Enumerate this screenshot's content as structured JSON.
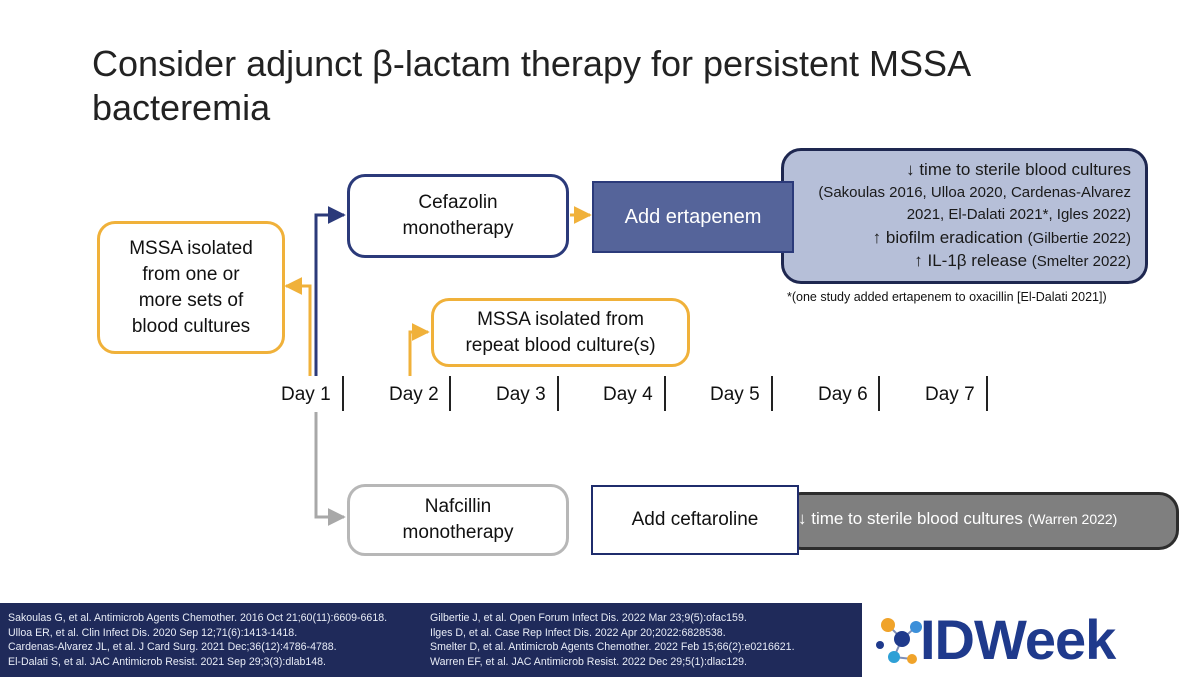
{
  "title": "Consider adjunct β-lactam therapy for persistent MSSA bacteremia",
  "boxes": {
    "mssa_initial": [
      "MSSA isolated",
      "from one or",
      "more sets of",
      "blood cultures"
    ],
    "cefazolin": [
      "Cefazolin",
      "monotherapy"
    ],
    "add_ertapenem": "Add ertapenem",
    "mssa_repeat": [
      "MSSA isolated from",
      "repeat blood culture(s)"
    ],
    "nafcillin": [
      "Nafcillin",
      "monotherapy"
    ],
    "add_ceftaroline": "Add ceftaroline"
  },
  "ertapenem_panel": {
    "line1": "↓ time to sterile blood cultures",
    "line2": "(Sakoulas 2016, Ulloa 2020, Cardenas-Alvarez",
    "line3": "2021, El-Dalati 2021*, Igles 2022)",
    "line4_main": "↑ biofilm eradication ",
    "line4_cite": "(Gilbertie 2022)",
    "line5_main": "↑ IL-1β release ",
    "line5_cite": "(Smelter 2022)"
  },
  "footnote": "*(one study added ertapenem to oxacillin [El-Dalati 2021])",
  "ceftaroline_panel": {
    "main": "↓ time to sterile blood cultures ",
    "cite": "(Warren 2022)"
  },
  "timeline": [
    "Day 1",
    "Day 2",
    "Day 3",
    "Day 4",
    "Day 5",
    "Day 6",
    "Day 7"
  ],
  "references_left": [
    "Sakoulas G, et al. Antimicrob Agents Chemother. 2016 Oct 21;60(11):6609-6618.",
    "Ulloa ER, et al. Clin Infect Dis. 2020 Sep 12;71(6):1413-1418.",
    "Cardenas-Alvarez JL, et al. J Card Surg. 2021 Dec;36(12):4786-4788.",
    "El-Dalati S, et al. JAC Antimicrob Resist. 2021 Sep 29;3(3):dlab148."
  ],
  "references_right": [
    "Gilbertie J, et al. Open Forum Infect Dis. 2022 Mar 23;9(5):ofac159.",
    "Ilges D, et al.  Case Rep Infect Dis. 2022 Apr 20;2022:6828538.",
    "Smelter D, et al. Antimicrob Agents Chemother. 2022 Feb 15;66(2):e0216621.",
    "Warren EF, et al. JAC Antimicrob Resist. 2022 Dec 29;5(1):dlac129."
  ],
  "logo": "IDWeek",
  "colors": {
    "orange": "#f0b13a",
    "navy": "#2b3a7a",
    "ertapenem_fill": "#55649a",
    "panel_blue": "#b6bfd8",
    "panel_gray": "#7f7f7f",
    "footer": "#1f2a5a",
    "logo_blue": "#1f3a8c"
  }
}
